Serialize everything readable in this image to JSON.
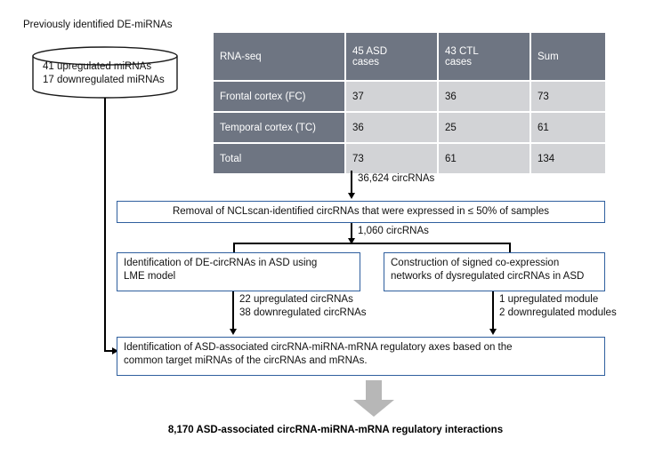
{
  "figure": {
    "prev_label": "Previously identified DE-miRNAs",
    "cylinder": {
      "line1": "41 upregulated miRNAs",
      "line2": "17 downregulated miRNAs"
    },
    "table": {
      "headers": [
        "RNA-seq",
        "45 ASD cases",
        "43 CTL cases",
        "Sum"
      ],
      "header_asd_l1": "45 ASD",
      "header_asd_l2": "cases",
      "header_ctl_l1": "43 CTL",
      "header_ctl_l2": "cases",
      "header_corner": "RNA-seq",
      "header_sum": "Sum",
      "rows": [
        {
          "label": "Frontal cortex (FC)",
          "asd": "37",
          "ctl": "36",
          "sum": "73"
        },
        {
          "label": "Temporal cortex (TC)",
          "asd": "36",
          "ctl": "25",
          "sum": "61"
        },
        {
          "label": "Total",
          "asd": "73",
          "ctl": "61",
          "sum": "134"
        }
      ],
      "highlight_color": "#ee0000",
      "header_bg": "#6e7582",
      "body_bg": "#d2d3d6"
    },
    "edges": {
      "e_36624": "36,624 circRNAs",
      "e_1060": "1,060 circRNAs",
      "e_de_l1": "22 upregulated circRNAs",
      "e_de_l2": "38 downregulated circRNAs",
      "e_mod_l1": "1 upregulated module",
      "e_mod_l2": "2 downregulated modules"
    },
    "boxes": {
      "removal": "Removal of NCLscan-identified circRNAs that were expressed in ≤ 50% of samples",
      "lme_l1": "Identification of DE-circRNAs in ASD using",
      "lme_l2": "LME model",
      "coexp_l1": "Construction of signed co-expression",
      "coexp_l2": "networks of dysregulated circRNAs in ASD",
      "final_l1": "Identification of ASD-associated circRNA-miRNA-mRNA regulatory axes based on the",
      "final_l2": "common target miRNAs of the circRNAs and mRNAs."
    },
    "conclusion": "8,170 ASD-associated circRNA-miRNA-mRNA regulatory interactions",
    "accent_box_border": "#2f5f9e",
    "grey_arrow_color": "#b7b7b7"
  }
}
